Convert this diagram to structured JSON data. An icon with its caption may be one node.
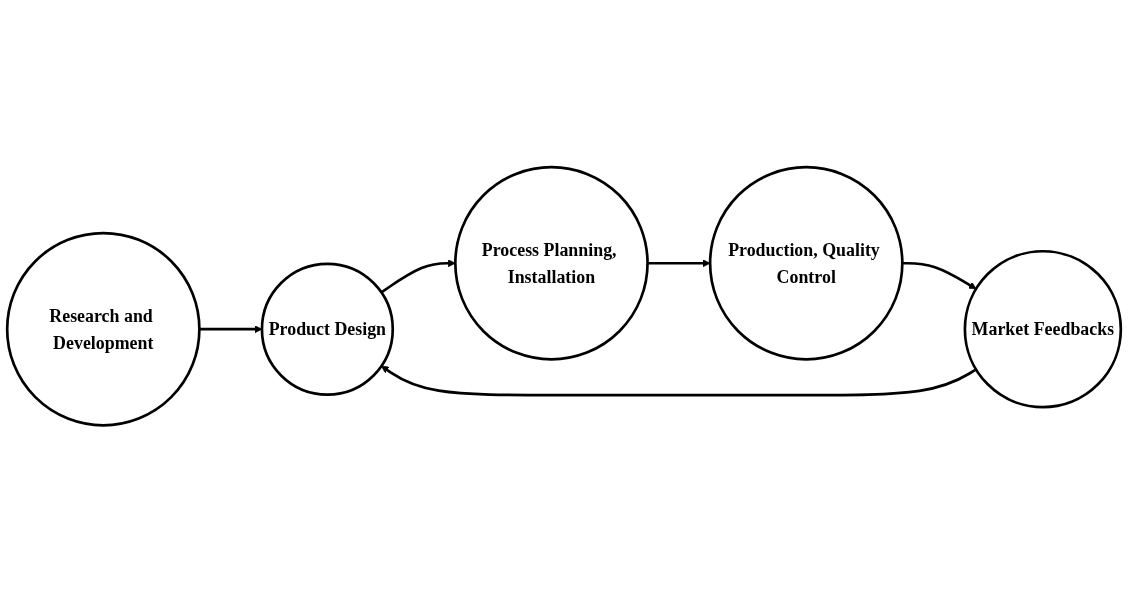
{
  "diagram": {
    "nodes": [
      {
        "text": [
          "Research and Development"
        ]
      },
      {
        "text": [
          "Product Design"
        ]
      },
      {
        "text": [
          "Process Planning, Installation"
        ]
      },
      {
        "text": [
          "Production, Quality Control"
        ]
      },
      {
        "text": [
          "Market Feedbacks"
        ]
      }
    ],
    "edges": [
      {
        "from": 0,
        "to": 1,
        "arrow": "to"
      },
      {
        "from": 1,
        "to": 2,
        "arrow": "to"
      },
      {
        "from": 2,
        "to": 3,
        "arrow": "to"
      },
      {
        "from": 3,
        "to": 4,
        "arrow": "to"
      },
      {
        "from": 4,
        "to": 1,
        "arrow": "to"
      }
    ]
  }
}
